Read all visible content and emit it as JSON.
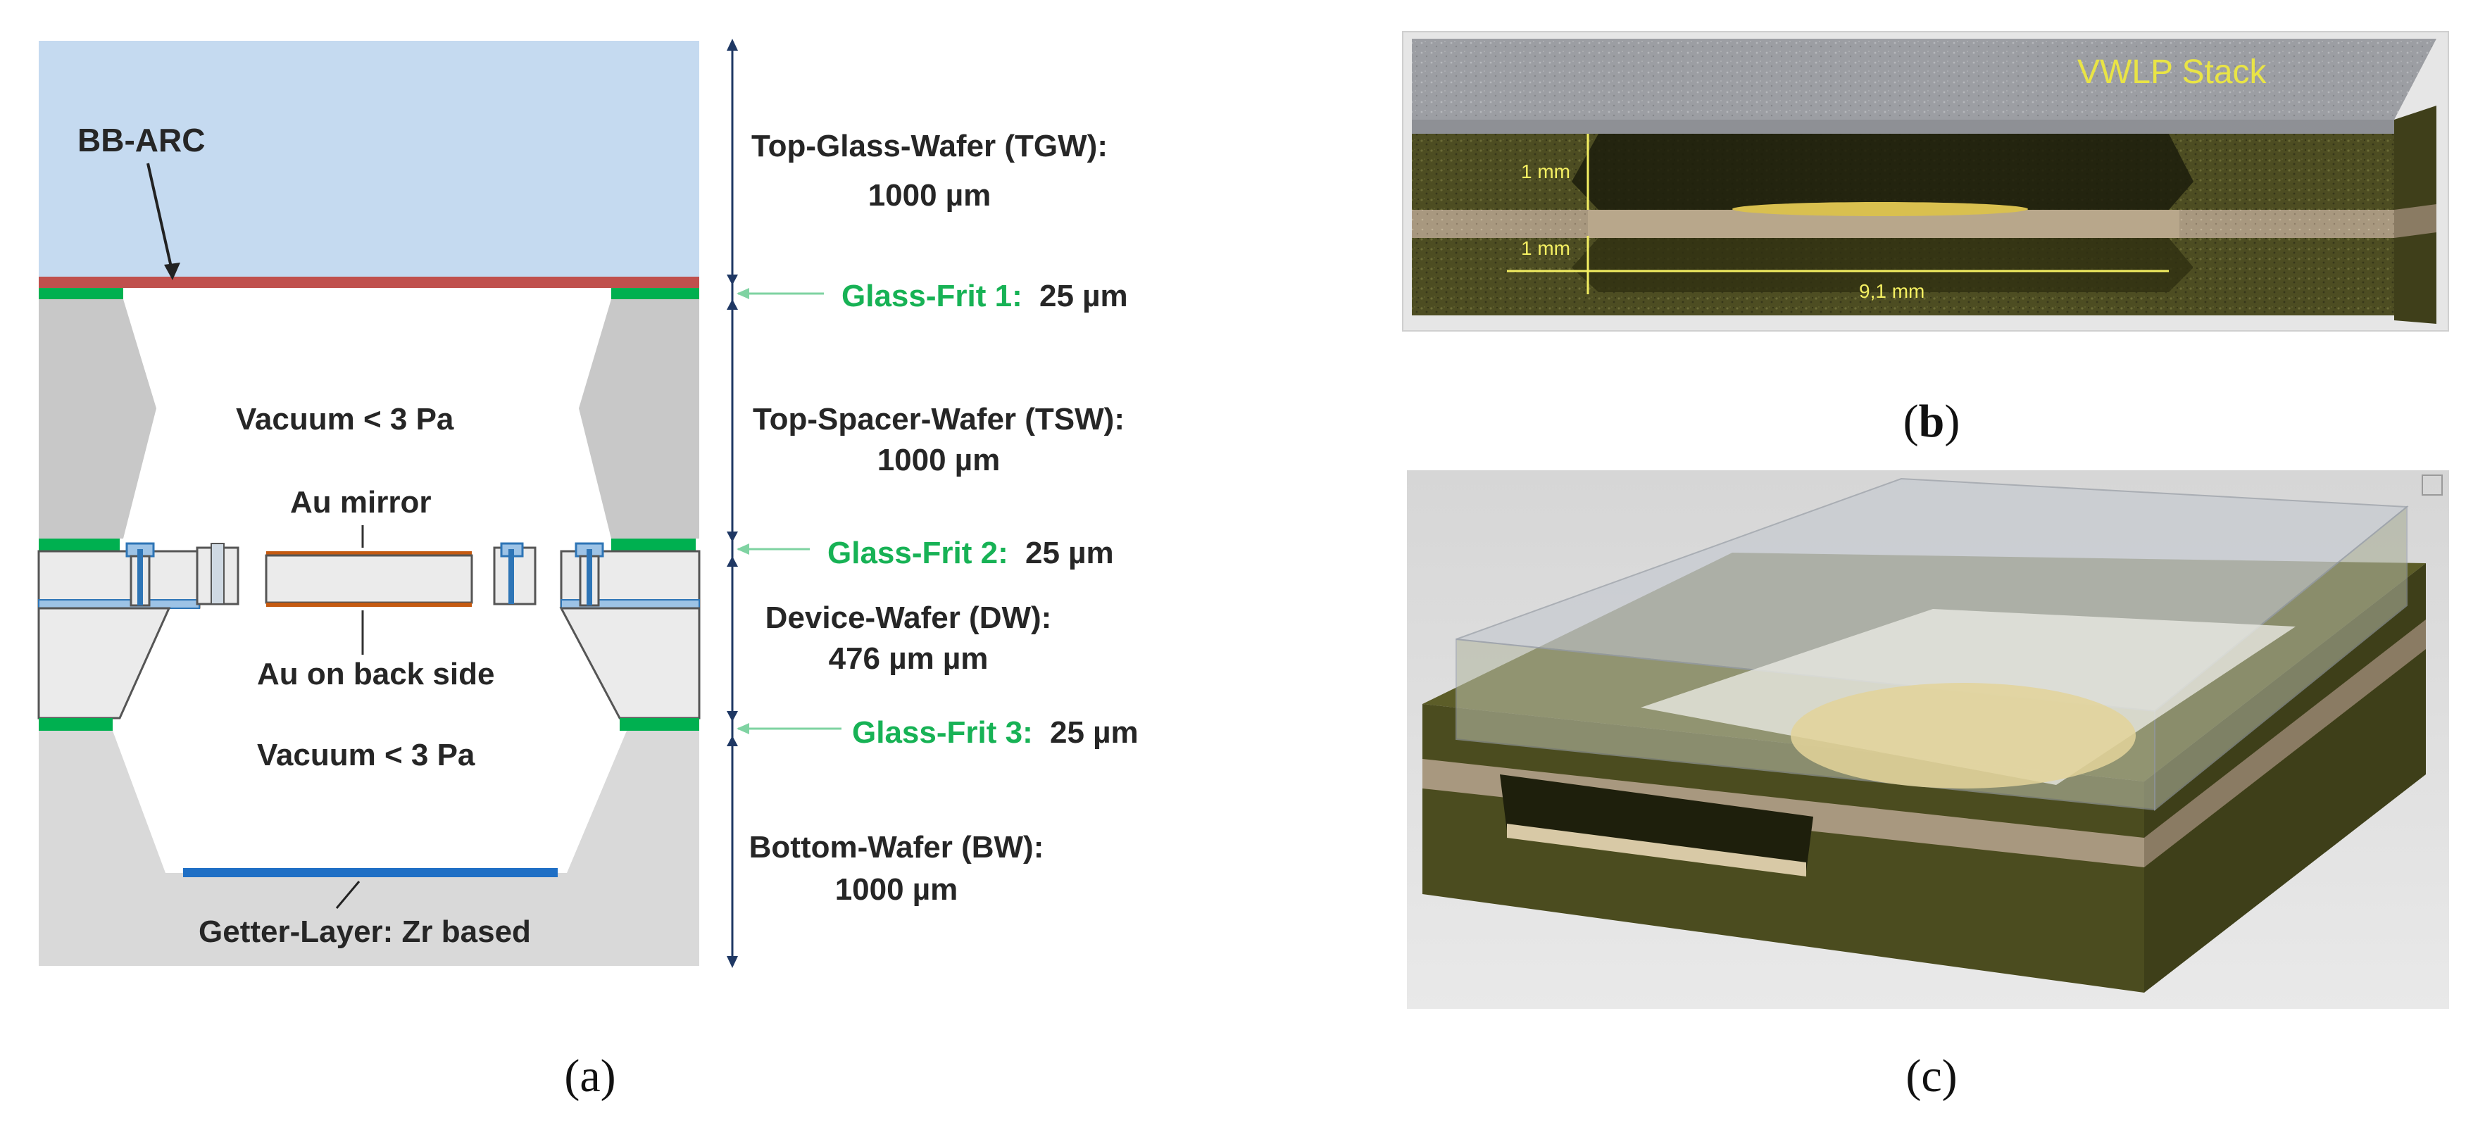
{
  "panel_a": {
    "bb_arc": "BB-ARC",
    "vacuum_top": "Vacuum < 3 Pa",
    "au_mirror": "Au mirror",
    "au_back": "Au on back side",
    "vacuum_bottom": "Vacuum < 3 Pa",
    "getter": "Getter-Layer: Zr based",
    "tgw_name": "Top-Glass-Wafer (TGW):",
    "tgw_thickness": "1000 µm",
    "frit1_name": "Glass-Frit 1:",
    "frit1_thickness": "25 µm",
    "tsw_name": "Top-Spacer-Wafer (TSW):",
    "tsw_thickness": "1000 µm",
    "frit2_name": "Glass-Frit 2:",
    "frit2_thickness": "25 µm",
    "dw_name": "Device-Wafer (DW):",
    "dw_thickness": "476 µm µm",
    "frit3_name": "Glass-Frit 3:",
    "frit3_thickness": "25 µm",
    "bw_name": "Bottom-Wafer (BW):",
    "bw_thickness": "1000 µm",
    "caption_open": "(",
    "caption_letter": "a",
    "caption_close": ")"
  },
  "panel_b": {
    "stack_label": "VWLP Stack",
    "dim_upper": "1 mm",
    "dim_lower": "1 mm",
    "dim_width": "9,1 mm",
    "caption_open": "(",
    "caption_letter": "b",
    "caption_close": ")"
  },
  "panel_c": {
    "caption_open": "(",
    "caption_letter": "c",
    "caption_close": ")"
  },
  "colors": {
    "glass_top": "#c5daf0",
    "arc_red": "#c0504d",
    "frit_green": "#00b050",
    "spacer_grey": "#c8c8c8",
    "bottom_grey": "#d9d9d9",
    "getter_blue": "#1f6fc5",
    "au_orange": "#c55a11",
    "label_green": "#17b255",
    "arrow_navy": "#1f3864",
    "olive": "#4a4a1e"
  }
}
